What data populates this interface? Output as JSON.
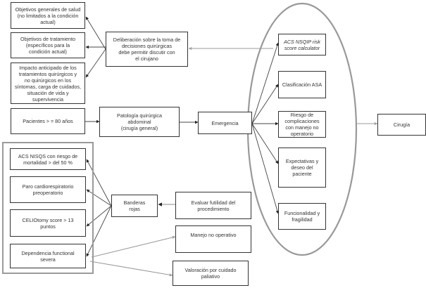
{
  "diagram": {
    "colors": {
      "box_border": "#333333",
      "arrow_dark": "#333333",
      "arrow_gray": "#999999",
      "frame_gray": "#9a9a9a",
      "text": "#333333"
    },
    "left_goals": [
      {
        "id": "objetivos-generales",
        "label": "Objetivos generales de salud\n(no limitados a la condición\nactual)"
      },
      {
        "id": "objetivos-tratamiento",
        "label": "Objetivos de tratamiento\n(específicos para la\ncondición actual)"
      },
      {
        "id": "impacto-anticipado",
        "label": "Impacto anticipado de los\ntratamientos quirúrgicos y\nno quirúrgicos en los\nsíntomas, carga de cuidados,\nsituación de vida y\nsupervivencia"
      }
    ],
    "deliberacion": "Deliberación sobre la toma de\ndecisiones quirúrgicas\ndebe permitir discutir con\nel cirujano",
    "pacientes": "Pacientes > = 80 años",
    "patologia": "Patología quirúrgica\nabdominal\n(cirugía general)",
    "emergencia": "Emergencia",
    "oval_items": [
      {
        "id": "acs-nsqip",
        "label": "ACS NSQIP risk\nscore calculator",
        "italic": true
      },
      {
        "id": "clasificacion-asa",
        "label": "Clasificación ASA"
      },
      {
        "id": "riesgo-complicaciones",
        "label": "Riesgo de\ncomplicaciones\ncon manejo no\noperatorio"
      },
      {
        "id": "expectativas",
        "label": "Expectativas y\ndeseo del\npaciente"
      },
      {
        "id": "funcionalidad",
        "label": "Funcionalidad y\nfragilidad"
      }
    ],
    "cirugia": "Cirugía",
    "red_flags": [
      {
        "id": "acs-nisqs",
        "label": "ACS NISQS con riesgo de\nmortalidad > del 50 %"
      },
      {
        "id": "paro-cardiorespiratorio",
        "label": "Paro cardiorespiratorio\npreoperatorio"
      },
      {
        "id": "celiotomy-score",
        "label": "CELIOtomy score > 13\npuntos"
      },
      {
        "id": "dependencia-funcional",
        "label": "Dependencia functional\nsevera"
      }
    ],
    "banderas_rojas": "Banderas\nrojas",
    "evaluar_futilidad": "Evaluar futilidad del\nprocedimiento",
    "manejo_no_operativo": "Manejo no operativo",
    "valoracion_paliativo": "Valoración por cuidado\npaliativo"
  }
}
